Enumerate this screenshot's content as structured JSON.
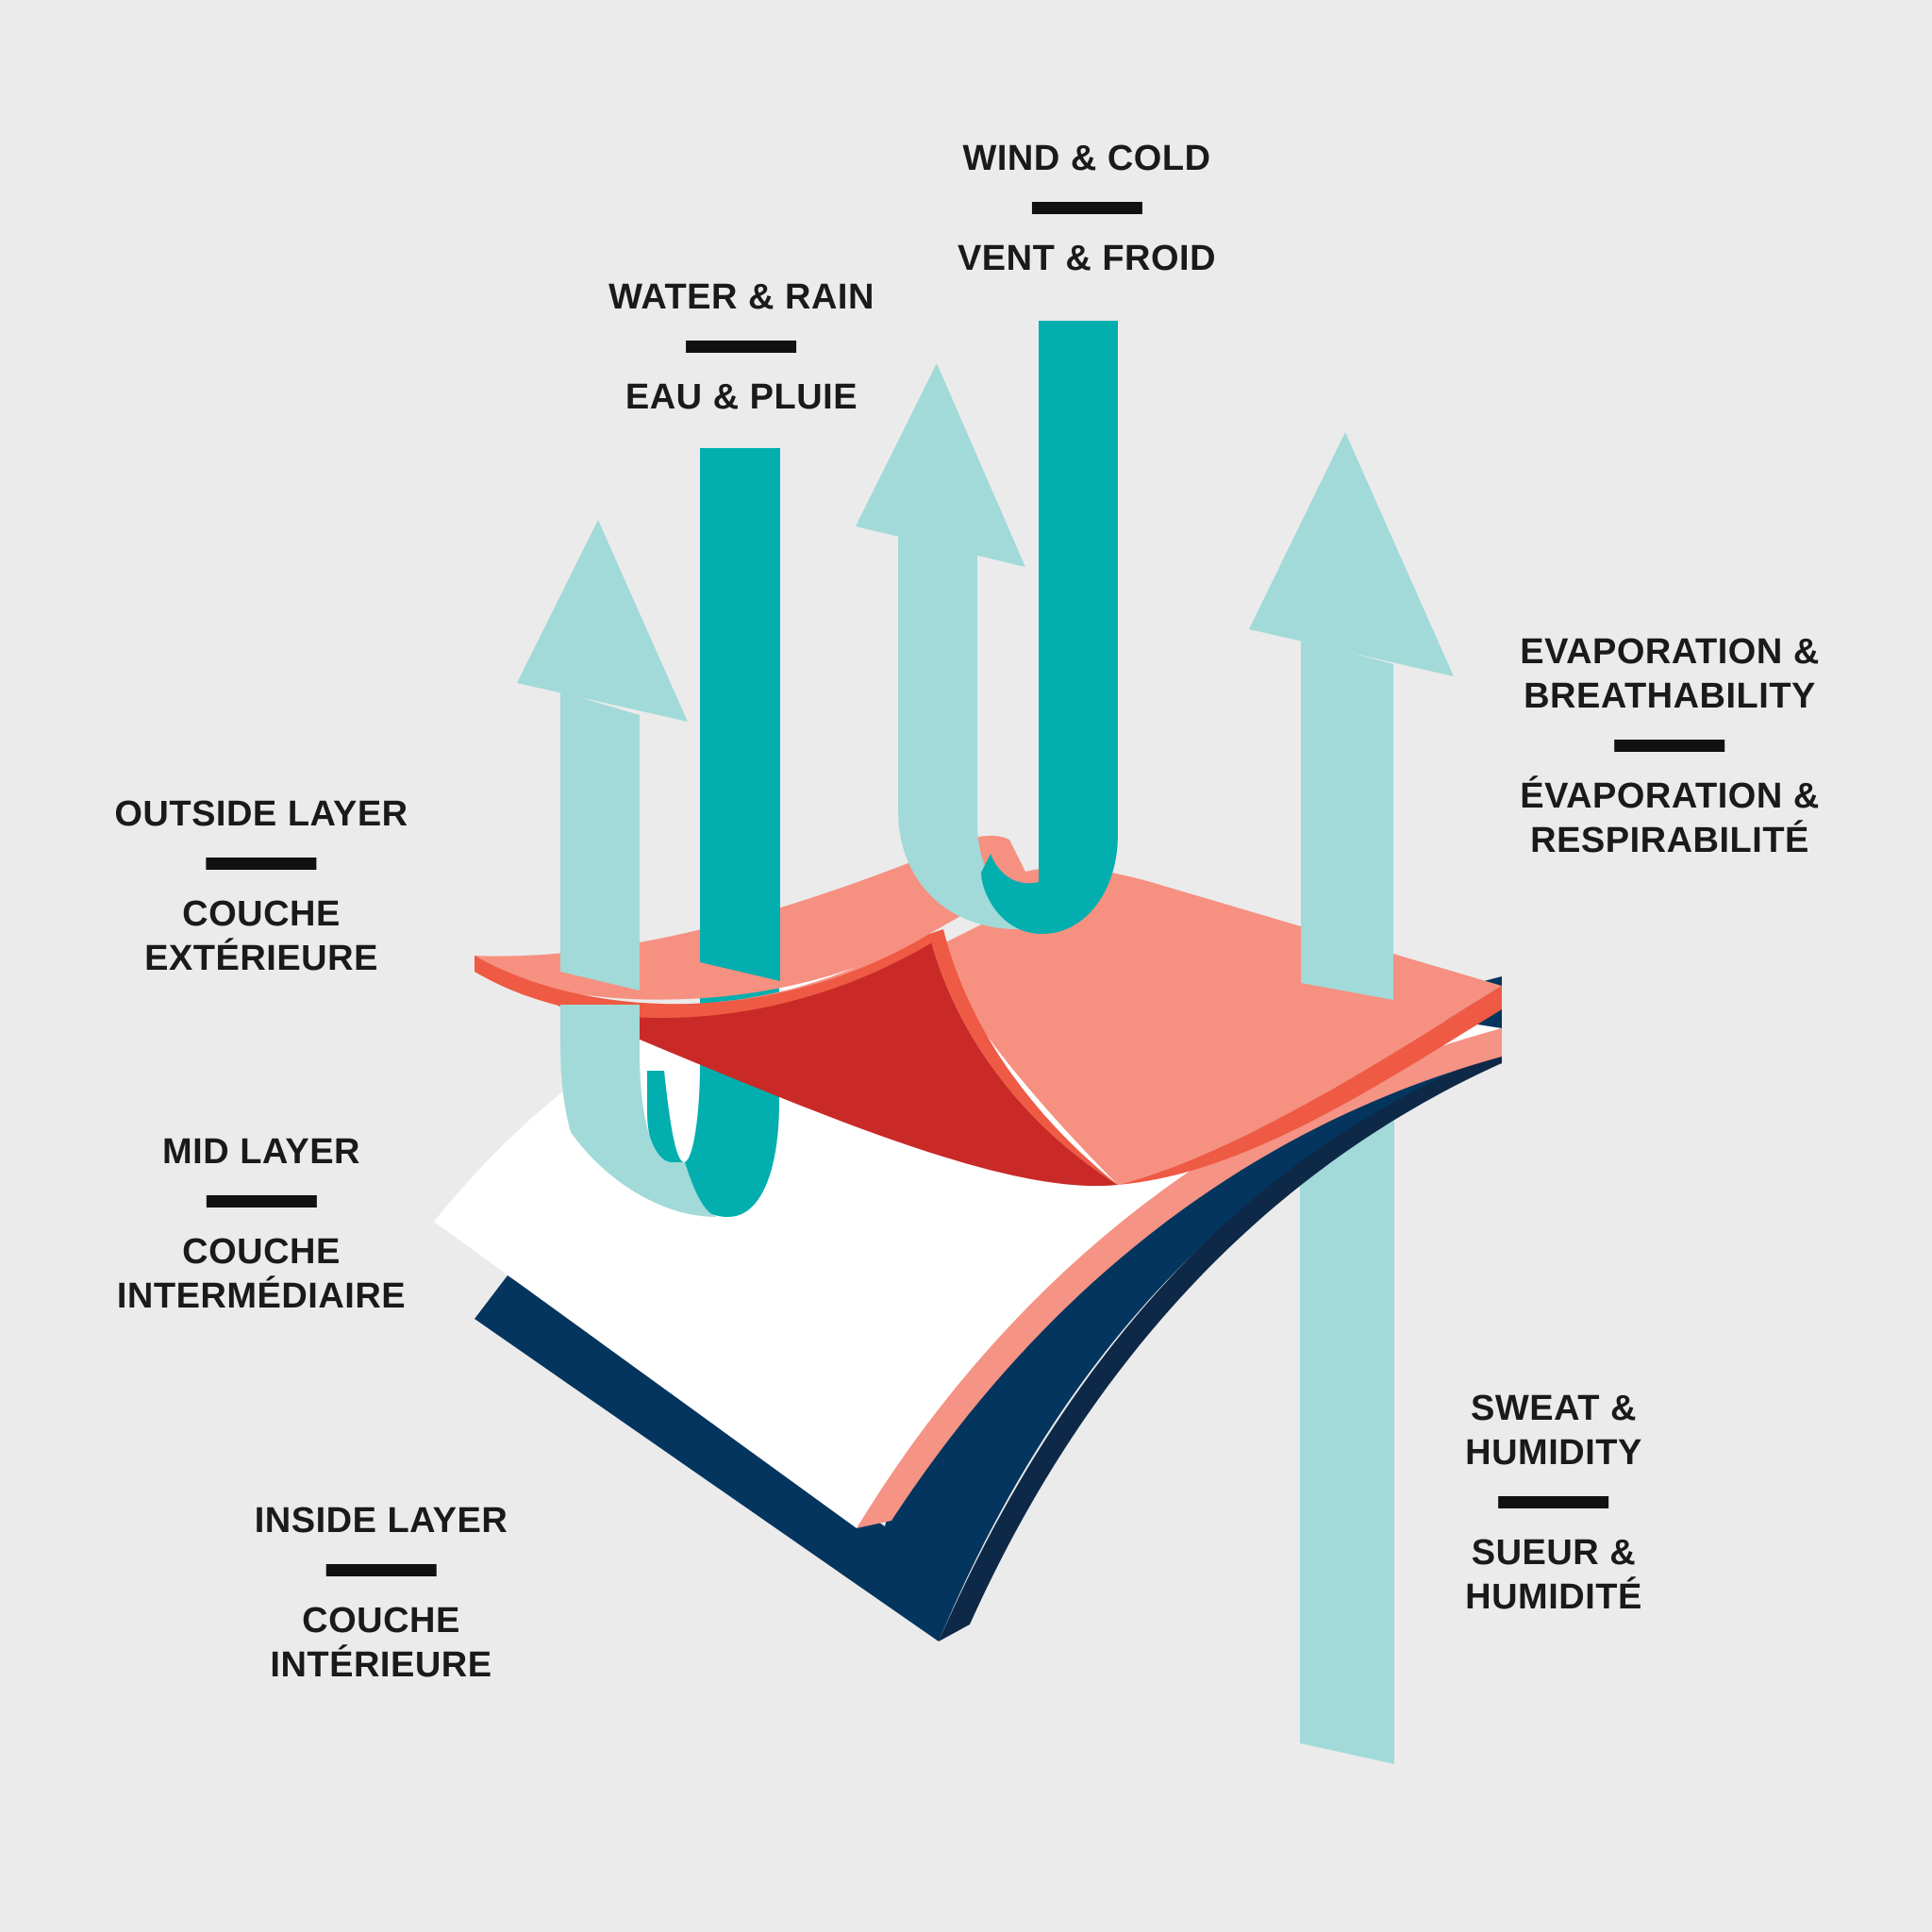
{
  "colors": {
    "background": "#ebebeb",
    "outside_layer_top": "#f69080",
    "outside_layer_underside": "#c92a27",
    "outside_layer_edge": "#ee5a44",
    "mid_layer": "#ffffff",
    "mid_layer_edge": "#f59384",
    "inside_layer": "#04355e",
    "inside_layer_edge": "#0e2847",
    "light_arrow": "#a1dad8",
    "dark_stream": "#02aeae",
    "text": "#1a1a1a",
    "separator": "#111111"
  },
  "labels": {
    "wind": {
      "en": "WIND & COLD",
      "fr": "VENT & FROID"
    },
    "water": {
      "en": "WATER & RAIN",
      "fr": "EAU & PLUIE"
    },
    "evaporation": {
      "en_line1": "EVAPORATION &",
      "en_line2": "BREATHABILITY",
      "fr_line1": "ÉVAPORATION &",
      "fr_line2": "RESPIRABILITÉ"
    },
    "outside_layer": {
      "en": "OUTSIDE LAYER",
      "fr_line1": "COUCHE",
      "fr_line2": "EXTÉRIEURE"
    },
    "mid_layer": {
      "en": "MID LAYER",
      "fr_line1": "COUCHE",
      "fr_line2": "INTERMÉDIAIRE"
    },
    "inside_layer": {
      "en": "INSIDE LAYER",
      "fr_line1": "COUCHE",
      "fr_line2": "INTÉRIEURE"
    },
    "sweat": {
      "en_line1": "SWEAT &",
      "en_line2": "HUMIDITY",
      "fr_line1": "SUEUR &",
      "fr_line2": "HUMIDITÉ"
    }
  },
  "icons": [
    "up-arrow-icon",
    "u-turn-stream-icon"
  ]
}
